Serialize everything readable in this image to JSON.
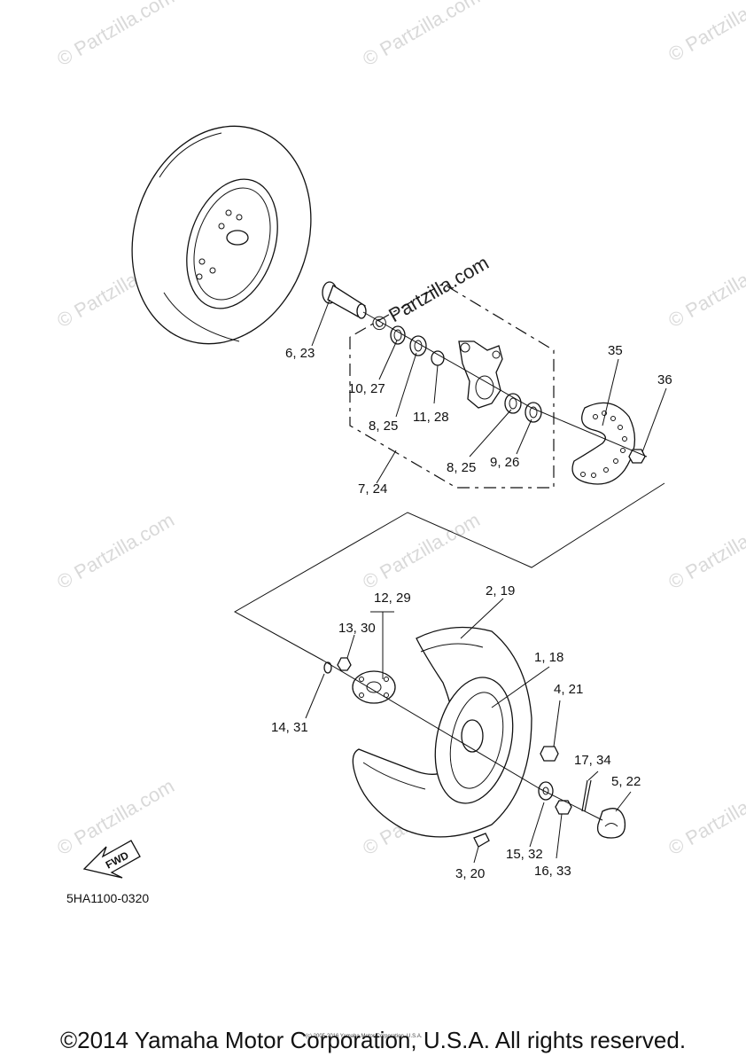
{
  "watermarks": {
    "text": "© Partzilla.com",
    "center_text": "© Partzilla.com"
  },
  "callouts": {
    "c_6_23": "6, 23",
    "c_10_27": "10, 27",
    "c_8_25_a": "8, 25",
    "c_11_28": "11, 28",
    "c_8_25_b": "8, 25",
    "c_9_26": "9, 26",
    "c_7_24": "7, 24",
    "c_35": "35",
    "c_36": "36",
    "c_12_29": "12, 29",
    "c_2_19": "2, 19",
    "c_13_30": "13, 30",
    "c_1_18": "1, 18",
    "c_4_21": "4, 21",
    "c_14_31": "14, 31",
    "c_17_34": "17, 34",
    "c_5_22": "5, 22",
    "c_15_32": "15, 32",
    "c_16_33": "16, 33",
    "c_3_20": "3, 20"
  },
  "fwd_label": "FWD",
  "diagram_code": "5HA1100-0320",
  "small_notice": "(c) 2005-2016 Yamaha Motor Corporation, U.S.A.",
  "copyright": "©2014 Yamaha Motor Corporation, U.S.A. All rights reserved."
}
